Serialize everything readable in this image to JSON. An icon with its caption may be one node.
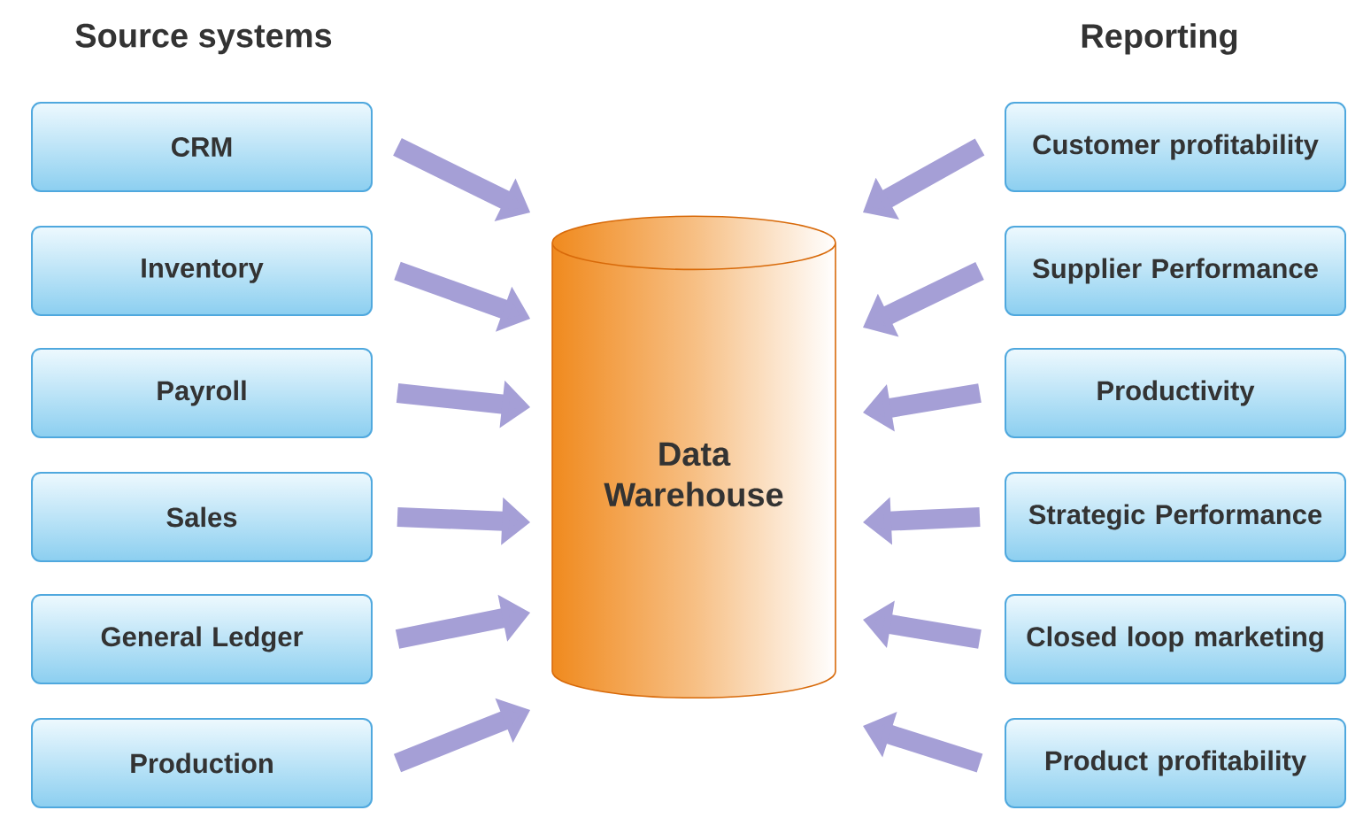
{
  "diagram": {
    "nodes": [
      {
        "text": [
          "CRM"
        ]
      },
      {
        "text": [
          "Inventory"
        ]
      },
      {
        "text": [
          "Payroll"
        ]
      },
      {
        "text": [
          "Sales"
        ]
      },
      {
        "text": [
          "General Ledger"
        ]
      },
      {
        "text": [
          "Production"
        ]
      },
      {
        "text": [
          "Data Warehouse"
        ]
      },
      {
        "text": [
          "Customer profitability"
        ]
      },
      {
        "text": [
          "Supplier Performance"
        ]
      },
      {
        "text": [
          "Productivity"
        ]
      },
      {
        "text": [
          "Strategic Performance"
        ]
      },
      {
        "text": [
          "Closed loop marketing"
        ]
      },
      {
        "text": [
          "Product profitability"
        ]
      }
    ],
    "edges": [
      {
        "from": 0,
        "to": 6,
        "arrow": "to"
      },
      {
        "from": 1,
        "to": 6,
        "arrow": "to"
      },
      {
        "from": 2,
        "to": 6,
        "arrow": "to"
      },
      {
        "from": 3,
        "to": 6,
        "arrow": "to"
      },
      {
        "from": 4,
        "to": 6,
        "arrow": "to"
      },
      {
        "from": 5,
        "to": 6,
        "arrow": "to"
      },
      {
        "from": 7,
        "to": 6,
        "arrow": "to"
      },
      {
        "from": 8,
        "to": 6,
        "arrow": "to"
      },
      {
        "from": 9,
        "to": 6,
        "arrow": "to"
      },
      {
        "from": 10,
        "to": 6,
        "arrow": "to"
      },
      {
        "from": 11,
        "to": 6,
        "arrow": "to"
      },
      {
        "from": 12,
        "to": 6,
        "arrow": "to"
      }
    ],
    "labels": [
      "Source systems",
      "Reporting"
    ]
  }
}
